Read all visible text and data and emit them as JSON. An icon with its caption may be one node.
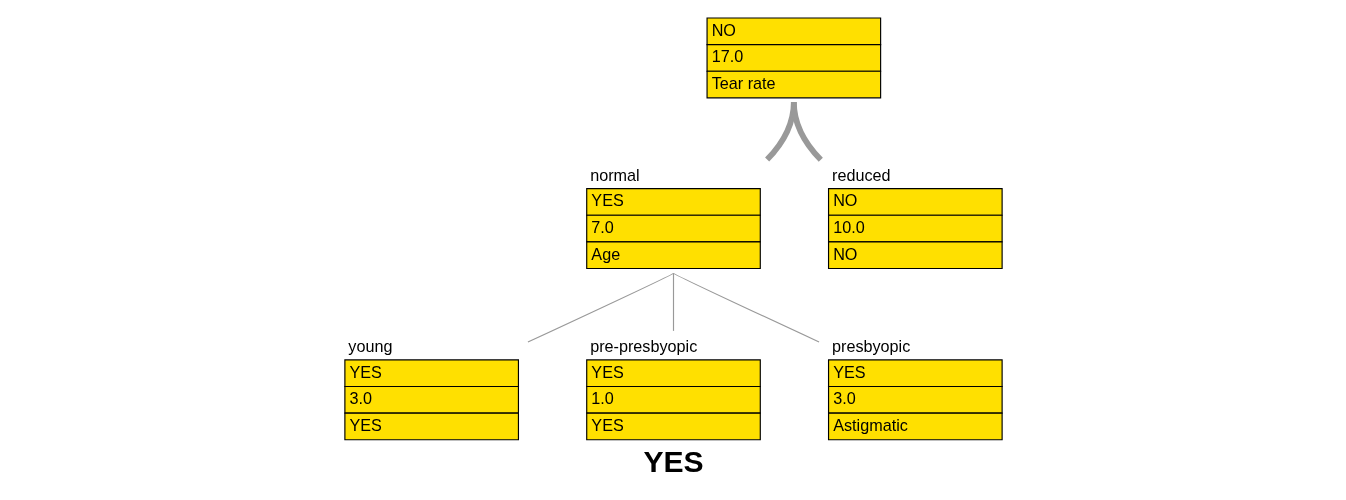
{
  "diagram": {
    "caption": "YES",
    "nodes": [
      {
        "text": [
          "NO",
          "17.0",
          "Tear rate"
        ]
      },
      {
        "text": [
          "YES",
          "7.0",
          "Age"
        ],
        "beside": [
          "normal"
        ]
      },
      {
        "text": [
          "NO",
          "10.0",
          "NO"
        ],
        "beside": [
          "reduced"
        ]
      },
      {
        "text": [
          "YES",
          "3.0",
          "YES"
        ],
        "beside": [
          "young"
        ]
      },
      {
        "text": [
          "YES",
          "1.0",
          "YES"
        ],
        "beside": [
          "pre-presbyopic"
        ]
      },
      {
        "text": [
          "YES",
          "3.0",
          "Astigmatic"
        ],
        "beside": [
          "presbyopic"
        ]
      }
    ],
    "edges": [
      {
        "from": 0,
        "to": 1,
        "arrow": "none",
        "style": "thick"
      },
      {
        "from": 0,
        "to": 2,
        "arrow": "none",
        "style": "thick"
      },
      {
        "from": 1,
        "to": 3,
        "arrow": "none"
      },
      {
        "from": 1,
        "to": 4,
        "arrow": "none"
      },
      {
        "from": 1,
        "to": 5,
        "arrow": "none"
      }
    ]
  }
}
